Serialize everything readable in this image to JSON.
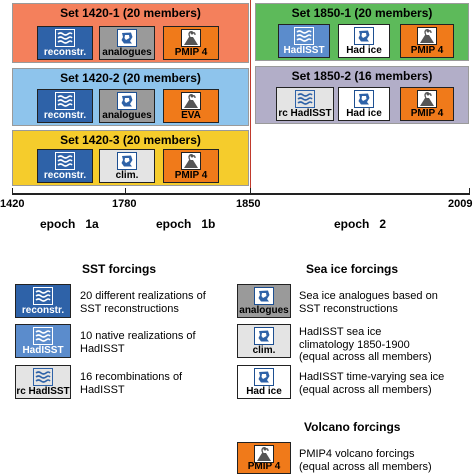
{
  "sets": {
    "s1420_1": {
      "title": "Set 1420-1 (20 members)",
      "bg": "#f4805c",
      "tiles": [
        "reconstr.",
        "analogues",
        "PMIP 4"
      ]
    },
    "s1420_2": {
      "title": "Set 1420-2 (20 members)",
      "bg": "#8ec4ec",
      "tiles": [
        "reconstr.",
        "analogues",
        "EVA"
      ]
    },
    "s1420_3": {
      "title": "Set 1420-3 (20 members)",
      "bg": "#f5cc2c",
      "tiles": [
        "reconstr.",
        "clim.",
        "PMIP 4"
      ]
    },
    "s1850_1": {
      "title": "Set 1850-1 (20 members)",
      "bg": "#5dba5a",
      "tiles": [
        "HadISST",
        "Had ice",
        "PMIP 4"
      ]
    },
    "s1850_2": {
      "title": "Set 1850-2 (16 members)",
      "bg": "#b2aec8",
      "tiles": [
        "rc HadISST",
        "Had ice",
        "PMIP 4"
      ]
    }
  },
  "timeline": {
    "ticks": [
      "1420",
      "1780",
      "1850",
      "2009"
    ],
    "epochs": {
      "e1a": "epoch   1a",
      "e1b": "epoch   1b",
      "e2": "epoch   2"
    }
  },
  "legend": {
    "sst": {
      "heading": "SST forcings",
      "items": [
        {
          "label": "reconstr.",
          "desc1": "20 different realizations of",
          "desc2": "SST reconstructions"
        },
        {
          "label": "HadISST",
          "desc1": "10 native realizations of",
          "desc2": "HadISST"
        },
        {
          "label": "rc HadISST",
          "desc1": "16 recombinations of",
          "desc2": "HadISST"
        }
      ]
    },
    "seaice": {
      "heading": "Sea ice forcings",
      "items": [
        {
          "label": "analogues",
          "desc1": "Sea ice analogues based on",
          "desc2": "SST reconstructions",
          "desc3": ""
        },
        {
          "label": "clim.",
          "desc1": "HadISST sea ice",
          "desc2": "climatology 1850-1900",
          "desc3": "(equal across all  members)"
        },
        {
          "label": "Had ice",
          "desc1": "HadISST time-varying sea ice",
          "desc2": "(equal across all members)",
          "desc3": ""
        }
      ]
    },
    "volcano": {
      "heading": "Volcano forcings",
      "items": [
        {
          "label": "PMIP 4",
          "desc1": "PMIP4 volcano forcings",
          "desc2": "(equal across all members)"
        }
      ]
    }
  },
  "colors": {
    "divider": "#c0392b",
    "dark_blue": "#2e62a8",
    "mid_blue": "#5b8ccc",
    "orange": "#f07a1a"
  },
  "icons": [
    "waves-icon",
    "sea-ice-icon",
    "volcano-icon"
  ]
}
